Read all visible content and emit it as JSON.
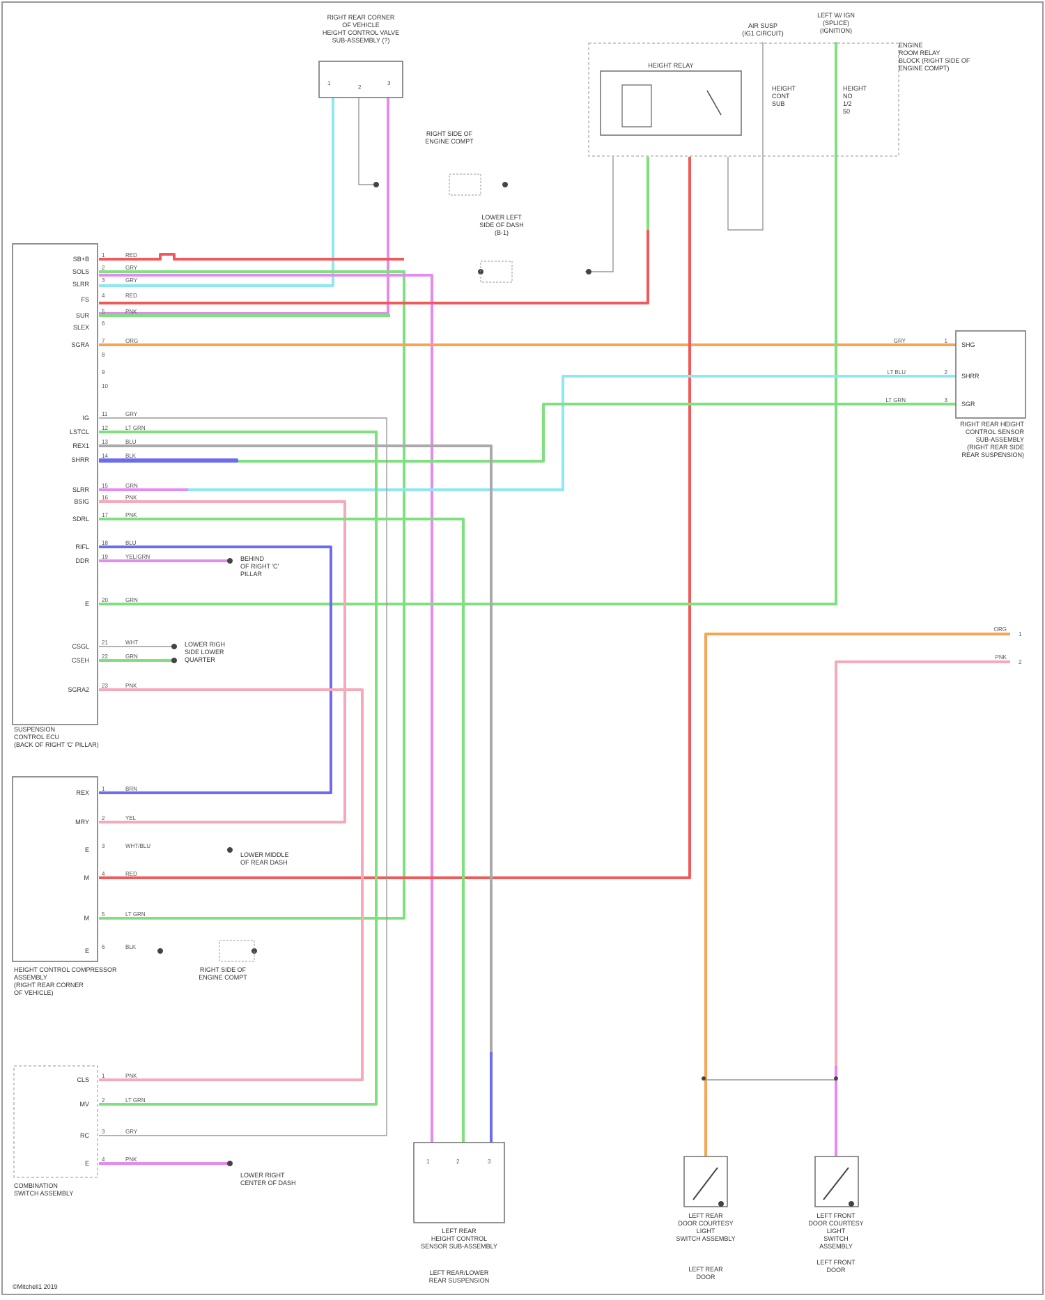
{
  "footer": "©Mitchell1 2019",
  "labels": {
    "rh_corner_sensor": "RIGHT REAR CORNER\nOF VEHICLE\nHEIGHT CONTROL VALVE\nSUB-ASSEMBLY (?)",
    "rear_air_pump": "AIR SUSP\n(IG1 CIRCUIT)",
    "left_w_fuse": "LEFT W/ IGN\n(SPLICE)\n(IGNITION)",
    "engine_room_relay": "ENGINE\nROOM RELAY\nBLOCK (RIGHT SIDE OF\nENGINE COMPT)",
    "height_relay": "HEIGHT RELAY",
    "fuse_1": "HEIGHT\nCONT\nSUB",
    "fuse_2": "HEIGHT\nNO\n1/2\n50",
    "right_side_ground": "RIGHT SIDE OF\nENGINE COMPT",
    "left_side_ground": "LOWER LEFT\nSIDE OF DASH\n(B-1)",
    "ecu_caption": "SUSPENSION\nCONTROL ECU\n(BACK OF RIGHT 'C' PILLAR)",
    "rh_sensor_caption": "RIGHT REAR HEIGHT\nCONTROL SENSOR\nSUB-ASSEMBLY\n(RIGHT REAR SIDE\nREAR SUSPENSION)",
    "ground_ecu": "BEHIND\nOF RIGHT 'C'\nPILLAR",
    "ground_lower": "LOWER RIGH\nSIDE LOWER\nQUARTER",
    "comp_caption": "HEIGHT CONTROL COMPRESSOR\nASSEMBLY\n(RIGHT REAR CORNER\nOF VEHICLE)",
    "comp_ground_a": "LOWER MIDDLE\nOF REAR DASH",
    "comp_ground_b": "RIGHT SIDE OF\nENGINE COMPT",
    "combo_caption": "COMBINATION\nSWITCH ASSEMBLY",
    "combo_ground": "LOWER RIGHT\nCENTER OF DASH",
    "lh_sensor_caption": "LEFT REAR\nHEIGHT CONTROL\nSENSOR SUB-ASSEMBLY",
    "lh_sensor_sub": "LEFT REAR/LOWER\nREAR SUSPENSION",
    "left_door_sw": "LEFT REAR\nDOOR COURTESY\nLIGHT\nSWITCH ASSEMBLY",
    "left_door_sub": "LEFT REAR\nDOOR",
    "right_door_sw": "LEFT FRONT\nDOOR COURTESY\nLIGHT\nSWITCH\nASSEMBLY",
    "right_door_sub": "LEFT FRONT\nDOOR"
  },
  "ecu_pins": [
    {
      "name": "SB+B",
      "num": "1",
      "wire": "RED"
    },
    {
      "name": "SOLS",
      "num": "2",
      "wire": "GRY"
    },
    {
      "name": "SLRR",
      "num": "3",
      "wire": "GRY"
    },
    {
      "name": "FS",
      "num": "4",
      "wire": "RED"
    },
    {
      "name": "SUR",
      "num": "5",
      "wire": "PNK"
    },
    {
      "name": "SLEX",
      "num": "6",
      "wire": ""
    },
    {
      "name": "SGRA",
      "num": "7",
      "wire": "ORG"
    },
    {
      "name": "",
      "num": "8",
      "wire": ""
    },
    {
      "name": "",
      "num": "9",
      "wire": ""
    },
    {
      "name": "",
      "num": "10",
      "wire": ""
    },
    {
      "name": "IG",
      "num": "11",
      "wire": "GRY"
    },
    {
      "name": "LSTCL",
      "num": "12",
      "wire": "LT GRN"
    },
    {
      "name": "REX1",
      "num": "13",
      "wire": "BLU"
    },
    {
      "name": "SHRR",
      "num": "14",
      "wire": "BLK"
    },
    {
      "name": "SLRR",
      "num": "15",
      "wire": "GRN"
    },
    {
      "name": "BSIG",
      "num": "16",
      "wire": "PNK"
    },
    {
      "name": "SDRL",
      "num": "17",
      "wire": "PNK"
    },
    {
      "name": "RIFL",
      "num": "18",
      "wire": "BLU"
    },
    {
      "name": "DDR",
      "num": "19",
      "wire": "YEL/GRN"
    },
    {
      "name": "E",
      "num": "20",
      "wire": "GRN"
    },
    {
      "name": "CSGL",
      "num": "21",
      "wire": "WHT"
    },
    {
      "name": "CSEH",
      "num": "22",
      "wire": "GRN"
    },
    {
      "name": "SGRA2",
      "num": "23",
      "wire": "PNK"
    }
  ],
  "rh_sensor_pins": [
    {
      "name": "SHG",
      "num": "1",
      "wire": "GRY"
    },
    {
      "name": "SHRR",
      "num": "2",
      "wire": "LT BLU"
    },
    {
      "name": "SGR",
      "num": "3",
      "wire": "LT GRN"
    }
  ],
  "comp_pins": [
    {
      "name": "REX",
      "num": "1",
      "wire": "BRN"
    },
    {
      "name": "MRY",
      "num": "2",
      "wire": "YEL"
    },
    {
      "name": "E",
      "num": "3",
      "wire": "WHT/BLU"
    },
    {
      "name": "M",
      "num": "4",
      "wire": "RED"
    },
    {
      "name": "M",
      "num": "5",
      "wire": "LT GRN"
    },
    {
      "name": "E",
      "num": "6",
      "wire": "BLK"
    }
  ],
  "combo_pins": [
    {
      "name": "CLS",
      "num": "1",
      "wire": "PNK"
    },
    {
      "name": "MV",
      "num": "2",
      "wire": "LT GRN"
    },
    {
      "name": "RC",
      "num": "3",
      "wire": "GRY"
    },
    {
      "name": "E",
      "num": "4",
      "wire": "PNK"
    }
  ],
  "right_edge": [
    {
      "wire": "ORG",
      "num": "1"
    },
    {
      "wire": "PNK",
      "num": "2"
    }
  ],
  "colors": {
    "red": "#f05a5a",
    "green": "#7ee07e",
    "cyan": "#8fe8ef",
    "magenta": "#e58af0",
    "orange": "#f7a555",
    "pink": "#f6a9b8",
    "blue": "#6c6cf0",
    "gray": "#aaaaaa",
    "black": "#555555"
  }
}
